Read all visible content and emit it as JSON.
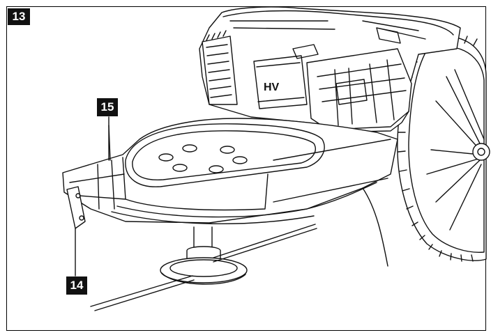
{
  "figure": {
    "number": "13"
  },
  "callouts": [
    {
      "id": "15",
      "label": "15",
      "target": "deck-edge"
    },
    {
      "id": "14",
      "label": "14",
      "target": "front-guard-bracket"
    }
  ],
  "engine": {
    "logo_text": "HV"
  },
  "colors": {
    "line": "#111111",
    "label_bg": "#111111",
    "label_text": "#ffffff",
    "background": "#ffffff"
  }
}
